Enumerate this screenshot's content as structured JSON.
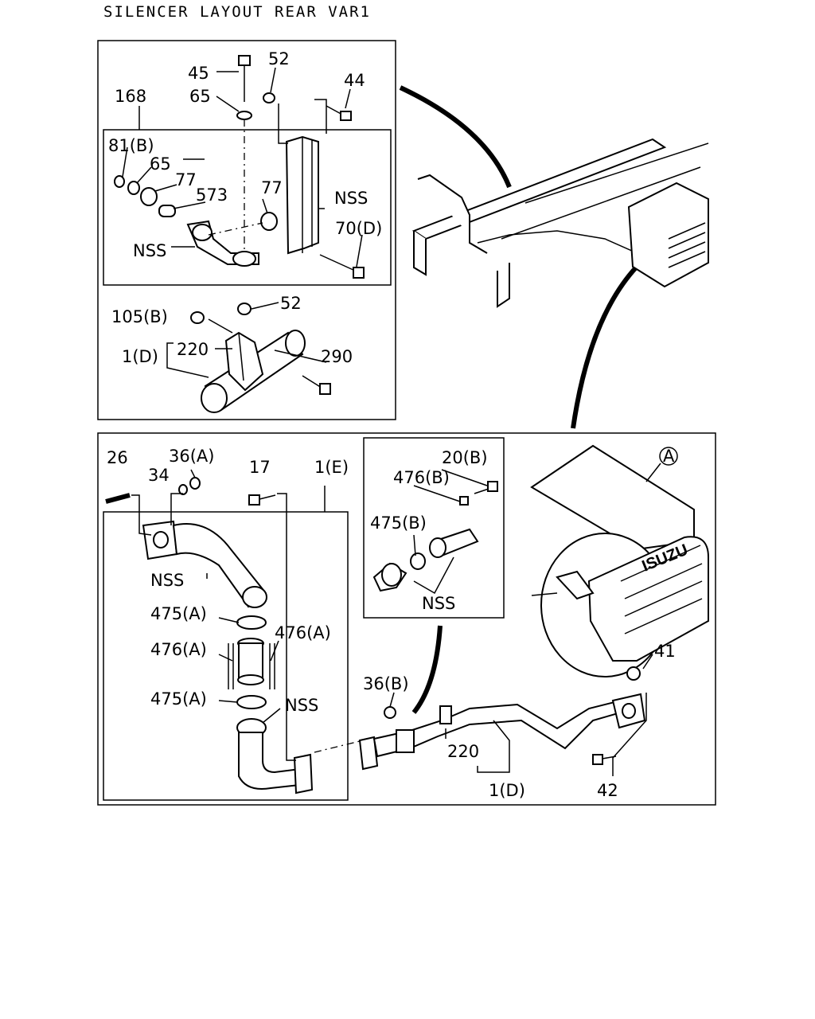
{
  "title": "SILENCER LAYOUT REAR VAR1",
  "top_panel": {
    "labels": {
      "p45": "45",
      "p52a": "52",
      "p44": "44",
      "p65a": "65",
      "p168": "168",
      "p81b": "81(B)",
      "p65b": "65",
      "p77a": "77",
      "p573": "573",
      "p77b": "77",
      "nss1": "NSS",
      "nss2": "NSS",
      "p70d": "70(D)",
      "p52b": "52",
      "p105b": "105(B)",
      "p220": "220",
      "p1d": "1(D)",
      "p290": "290"
    }
  },
  "bottom_panel": {
    "labels": {
      "p26": "26",
      "p36a": "36(A)",
      "p34": "34",
      "p17": "17",
      "p1e": "1(E)",
      "nss3": "NSS",
      "p475a1": "475(A)",
      "p476a1": "476(A)",
      "p476a2": "476(A)",
      "p475a2": "475(A)",
      "nss4": "NSS",
      "p36b": "36(B)",
      "p220b": "220",
      "p1d2": "1(D)",
      "p42": "42",
      "p41": "41",
      "callout_a": "A",
      "p20b": "20(B)",
      "p476b": "476(B)",
      "p475b": "475(B)",
      "nss5": "NSS"
    },
    "brand": "ISUZU"
  }
}
